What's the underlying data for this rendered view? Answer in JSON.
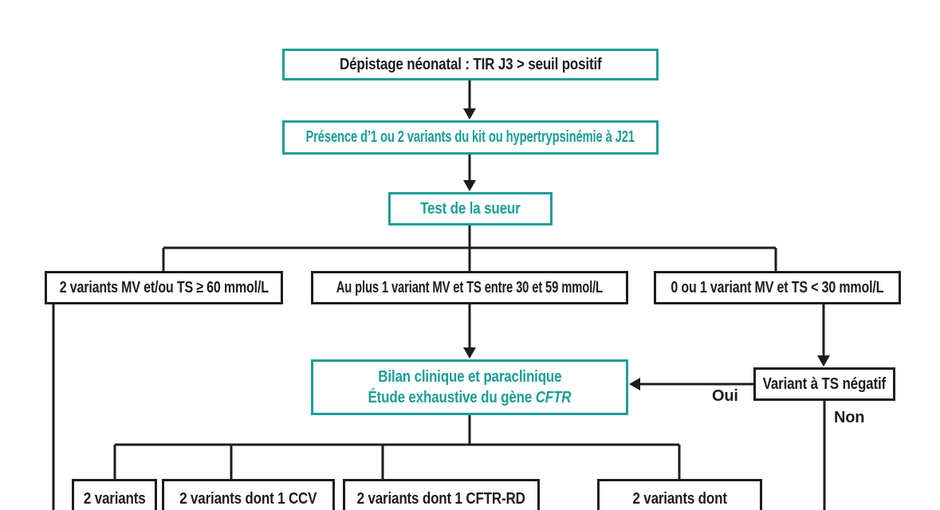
{
  "colors": {
    "teal": "#1b9e97",
    "ink": "#1d1d1b",
    "background": "#ffffff"
  },
  "flowchart": {
    "root": {
      "label": "Dépistage néonatal : TIR J3 > seuil positif"
    },
    "kit": {
      "label": "Présence d’1 ou 2 variants du kit ou hypertrypsinémie à J21"
    },
    "sweat_test": {
      "label": "Test de la sueur"
    },
    "branches": {
      "left": {
        "label": "2 variants MV et/ou TS ≥ 60 mmol/L"
      },
      "middle": {
        "label": "Au plus 1 variant MV et TS entre 30 et 59 mmol/L"
      },
      "right": {
        "label": "0 ou 1 variant MV et TS < 30 mmol/L"
      }
    },
    "bilan": {
      "line1": "Bilan clinique et paraclinique",
      "line2_prefix": "Étude exhaustive du gène ",
      "line2_gene": "CFTR"
    },
    "variant_ts": {
      "label": "Variant à TS négatif"
    },
    "edge_labels": {
      "oui": "Oui",
      "non": "Non"
    },
    "outcomes": [
      {
        "label": "2 variants"
      },
      {
        "label": "2 variants dont 1 CCV"
      },
      {
        "label": "2 variants dont 1 CFTR-RD"
      },
      {
        "label": "2 variants dont"
      }
    ]
  }
}
